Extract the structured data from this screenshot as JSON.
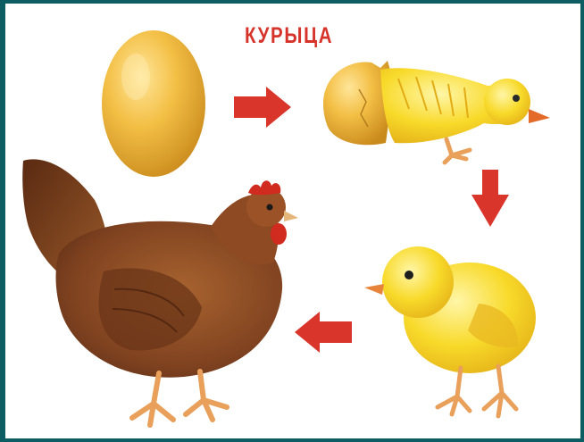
{
  "title": "КУРЫЦА",
  "colors": {
    "background_border": "#0e5d63",
    "title": "#d6342b",
    "arrow": "#d9352b",
    "egg": "#f0b63c",
    "chick": "#f7d41f",
    "hen": "#8a4a22",
    "comb": "#d12a1f",
    "legs": "#e8a05a"
  },
  "stages": [
    {
      "name": "egg-icon"
    },
    {
      "name": "hatching-chick-icon"
    },
    {
      "name": "chick-icon"
    },
    {
      "name": "hen-icon"
    }
  ],
  "arrows": [
    "right",
    "down",
    "left"
  ]
}
